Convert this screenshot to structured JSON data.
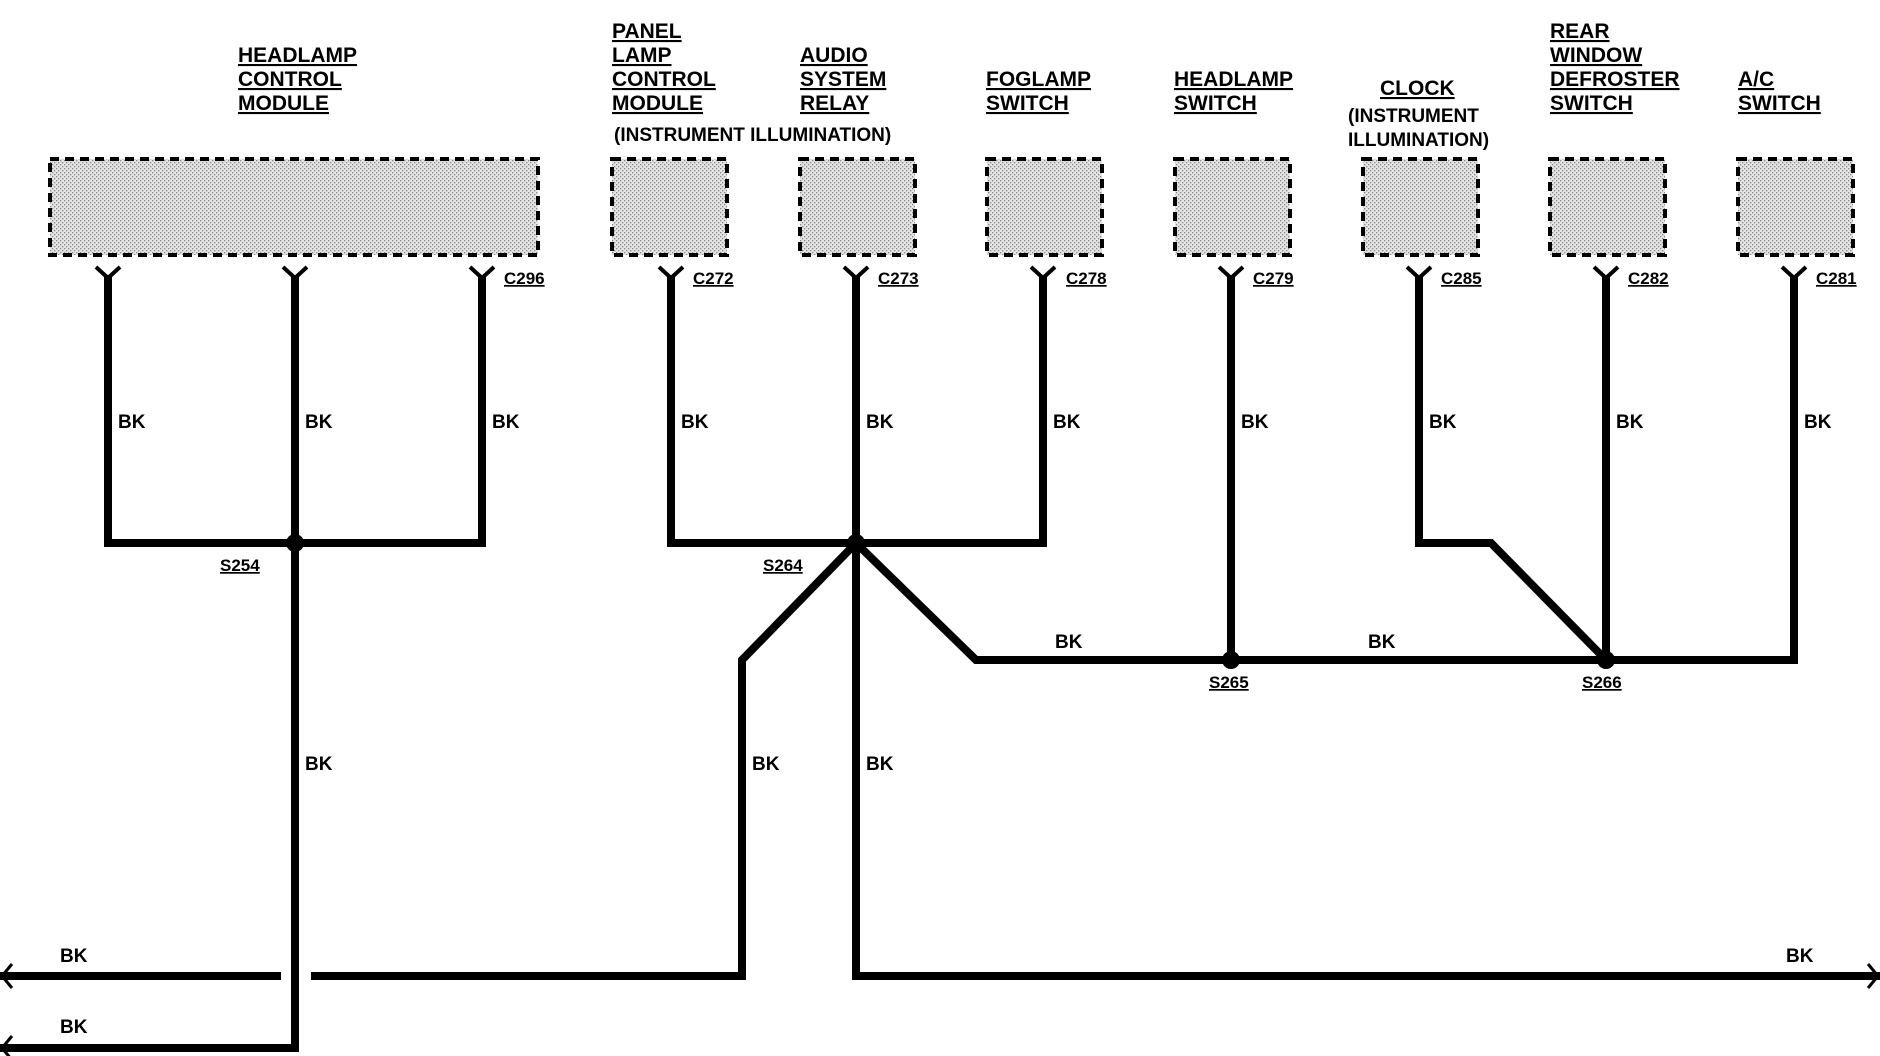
{
  "components": [
    {
      "id": "hcm",
      "name_lines": [
        "HEADLAMP",
        "CONTROL",
        "MODULE"
      ],
      "note_lines": [],
      "connector": "C296"
    },
    {
      "id": "plcm",
      "name_lines": [
        "PANEL",
        "LAMP",
        "CONTROL",
        "MODULE"
      ],
      "note_lines": [
        "(INSTRUMENT ILLUMINATION)"
      ],
      "connector": "C272"
    },
    {
      "id": "asr",
      "name_lines": [
        "AUDIO",
        "SYSTEM",
        "RELAY"
      ],
      "note_lines": [],
      "connector": "C273"
    },
    {
      "id": "fog",
      "name_lines": [
        "FOGLAMP",
        "SWITCH"
      ],
      "note_lines": [],
      "connector": "C278"
    },
    {
      "id": "hsw",
      "name_lines": [
        "HEADLAMP",
        "SWITCH"
      ],
      "note_lines": [],
      "connector": "C279"
    },
    {
      "id": "clk",
      "name_lines": [
        "CLOCK"
      ],
      "note_lines": [
        "(INSTRUMENT",
        "ILLUMINATION)"
      ],
      "connector": "C285"
    },
    {
      "id": "rwd",
      "name_lines": [
        "REAR",
        "WINDOW",
        "DEFROSTER",
        "SWITCH"
      ],
      "note_lines": [],
      "connector": "C282"
    },
    {
      "id": "ac",
      "name_lines": [
        "A/C",
        "SWITCH"
      ],
      "note_lines": [],
      "connector": "C281"
    }
  ],
  "splices": [
    "S254",
    "S264",
    "S265",
    "S266"
  ],
  "wire_color": "BK",
  "colors": {
    "wire": "#000000",
    "background": "#ffffff",
    "stipple": "#9a9a9a"
  }
}
